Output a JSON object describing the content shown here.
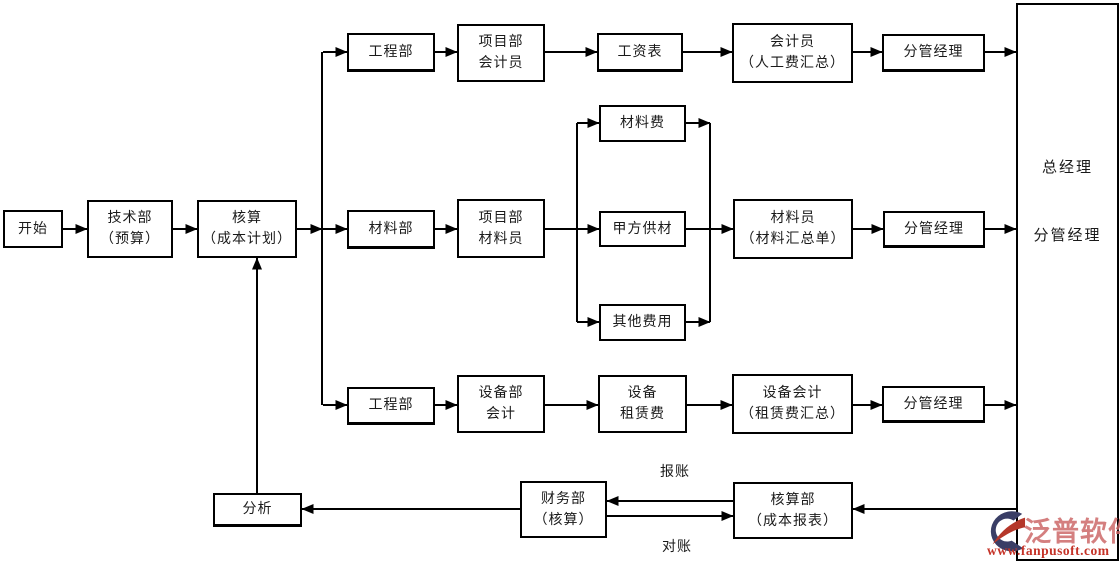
{
  "nodes": {
    "start": "开始",
    "tech": "技术部\n（预算）",
    "cost_plan": "核算\n（成本计划）",
    "eng1": "工程部",
    "proj_acct": "项目部\n会计员",
    "payroll": "工资表",
    "acct_labor": "会计员\n（人工费汇总）",
    "mgr1": "分管经理",
    "material_dept": "材料部",
    "proj_material": "项目部\n材料员",
    "material_fee": "材料费",
    "party_a": "甲方供材",
    "other_fee": "其他费用",
    "material_clerk": "材料员\n（材料汇总单）",
    "mgr2": "分管经理",
    "eng2": "工程部",
    "equip_dept_acct": "设备部\n会计",
    "equip_rental": "设备\n租赁费",
    "equip_acct": "设备会计\n（租赁费汇总）",
    "mgr3": "分管经理",
    "analysis": "分析",
    "finance": "财务部\n（核算）",
    "cost_report": "核算部\n（成本报表）",
    "gm": "总经理",
    "deputy_gm": "分管经理"
  },
  "edge_labels": {
    "baozhang": "报账",
    "duizhang": "对账"
  },
  "watermark": {
    "brand": "泛普软件",
    "url": "www.fanpusoft.com",
    "brand_color": "#cd6969",
    "url_color": "#c53328",
    "logo_navy": "#3a3e66",
    "logo_red": "#b5372a"
  }
}
